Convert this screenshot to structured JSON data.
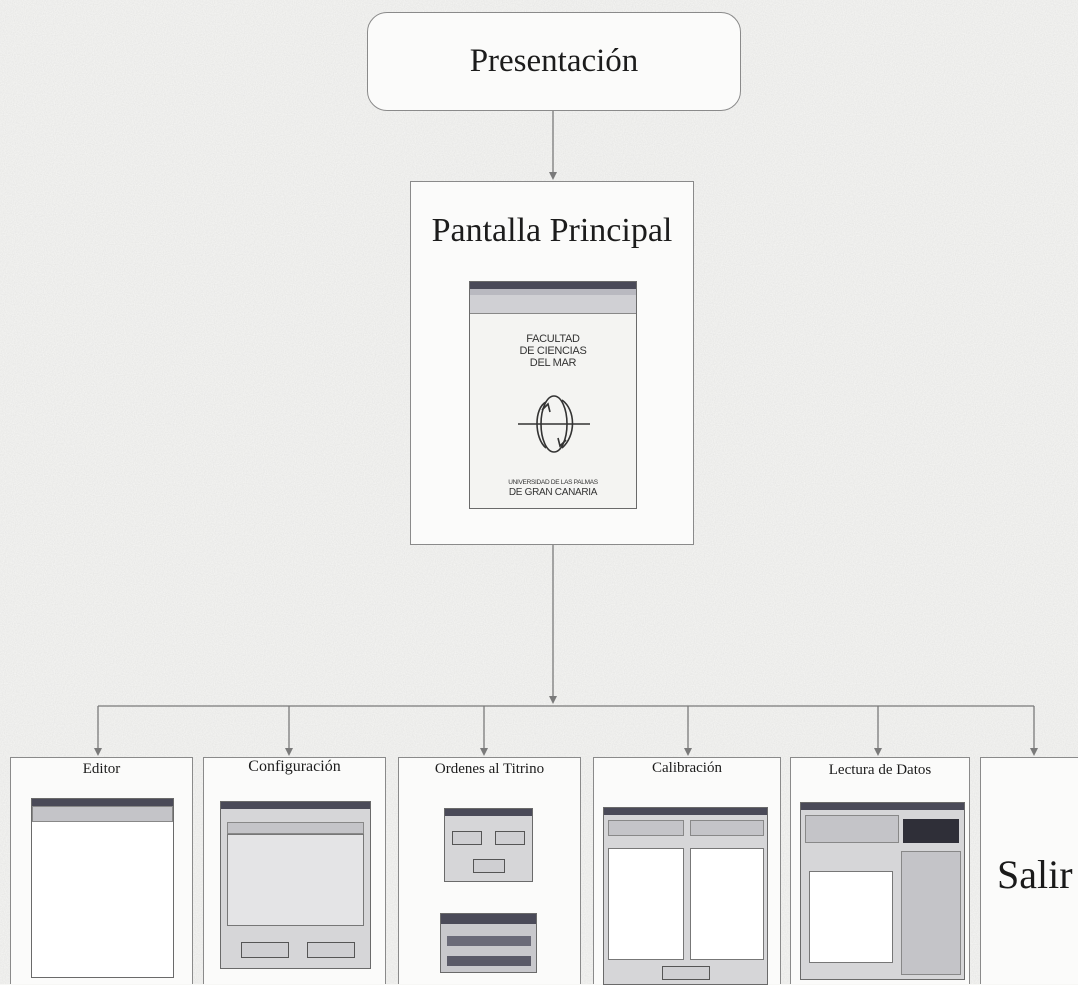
{
  "presentation": {
    "title": "Presentación"
  },
  "main_screen": {
    "title": "Pantalla Principal",
    "logo": {
      "line1": "FACULTAD",
      "line2": "DE CIENCIAS",
      "line3": "DEL MAR",
      "line4": "UNIVERSIDAD DE LAS PALMAS",
      "line5": "DE GRAN CANARIA"
    }
  },
  "modules": [
    {
      "title": "Editor"
    },
    {
      "title": "Configuración"
    },
    {
      "title": "Ordenes al Titrino"
    },
    {
      "title": "Calibración"
    },
    {
      "title": "Lectura de Datos"
    },
    {
      "title": "Salir"
    }
  ],
  "colors": {
    "line": "#7a7a7a",
    "border": "#8a8a8a",
    "text": "#1c1c1c"
  }
}
